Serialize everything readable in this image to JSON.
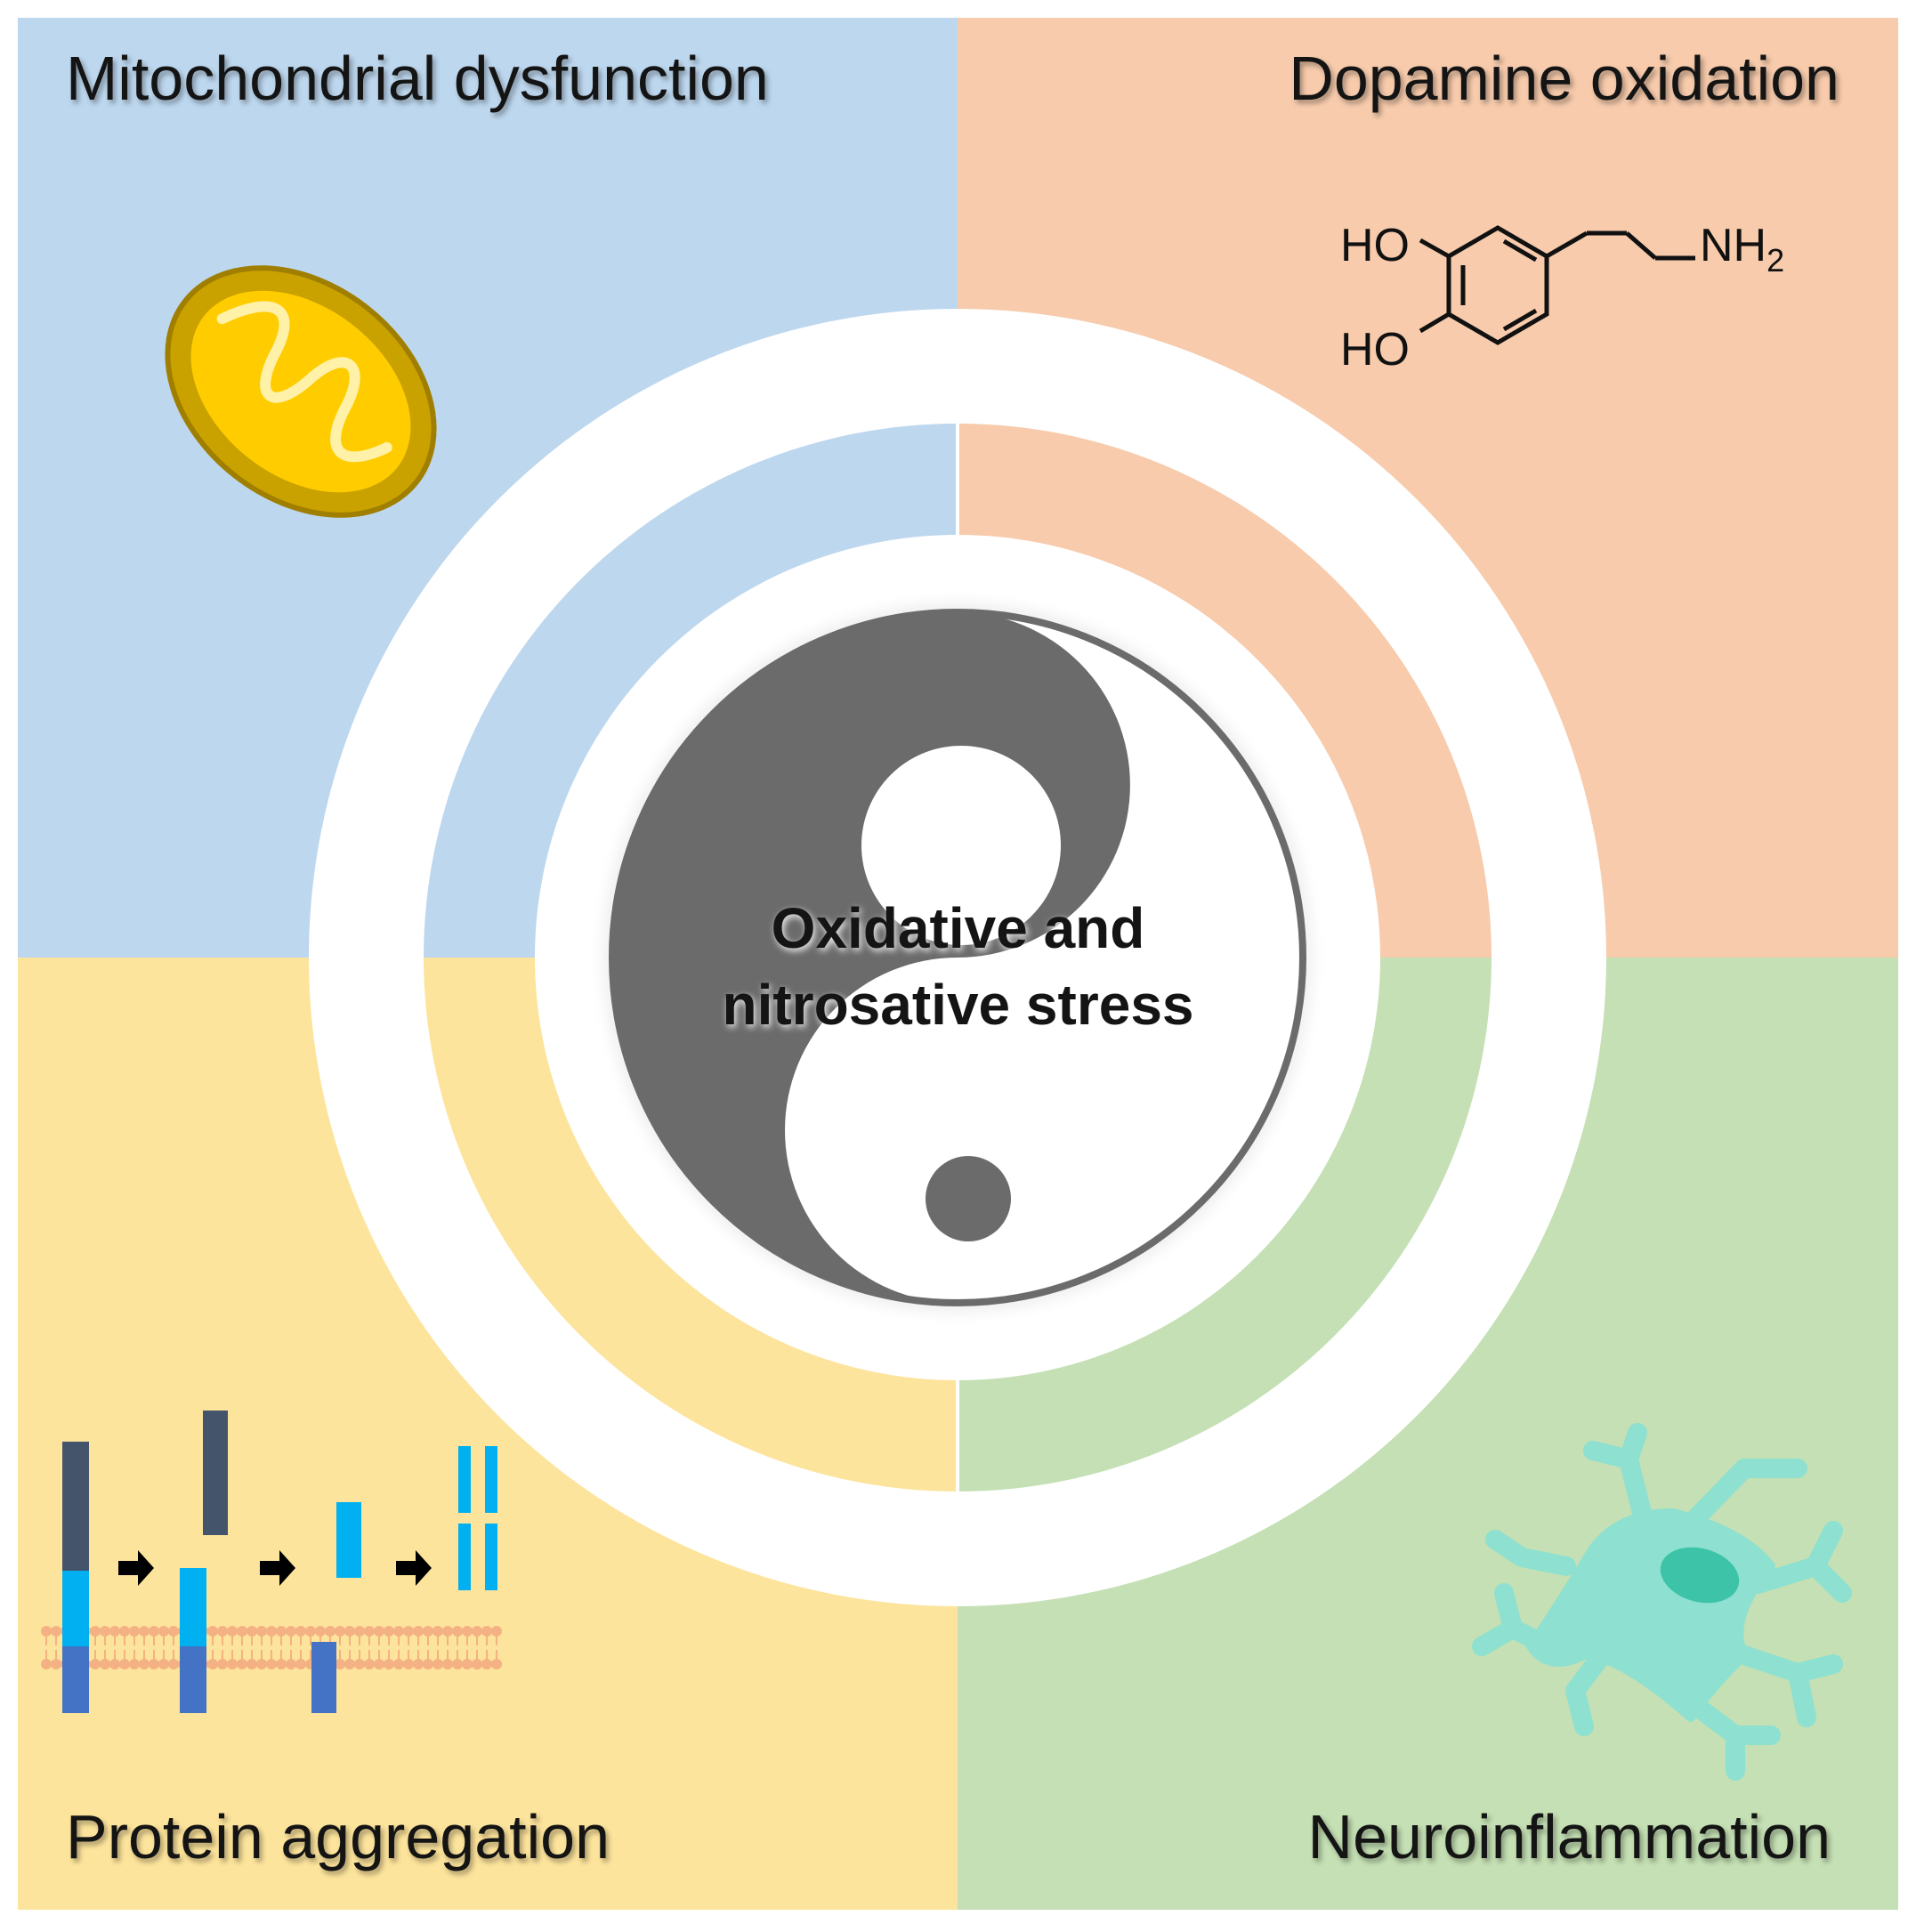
{
  "colors": {
    "top_left": "#bdd7ee",
    "top_right": "#f7cbac",
    "bottom_left": "#fde49c",
    "bottom_right": "#c5e0b4",
    "ring": "#ffffff",
    "yin_yang_dark": "#6b6b6b",
    "mitochondria_outer": "#c9a200",
    "mitochondria_inner": "#ffcc00",
    "astrocyte": "#8ee0d0",
    "astrocyte_nucleus": "#3cc3a8",
    "membrane": "#f4b183",
    "protein_dark": "#44546a",
    "protein_light": "#00b0f0",
    "protein_blue": "#4472c4"
  },
  "quadrants": {
    "top_left": {
      "label": "Mitochondrial dysfunction",
      "icon": "mitochondria-icon"
    },
    "top_right": {
      "label": "Dopamine oxidation",
      "icon": "dopamine-structure-icon"
    },
    "bottom_left": {
      "label": "Protein aggregation",
      "icon": "protein-aggregation-icon"
    },
    "bottom_right": {
      "label": "Neuroinflammation",
      "icon": "astrocyte-icon"
    }
  },
  "center": {
    "line1": "Oxidative and",
    "line2": "nitrosative stress",
    "icon": "yin-yang-icon"
  },
  "dopamine": {
    "ho_top": "HO",
    "ho_bottom": "HO",
    "nh": "NH",
    "nh_sub": "2"
  }
}
